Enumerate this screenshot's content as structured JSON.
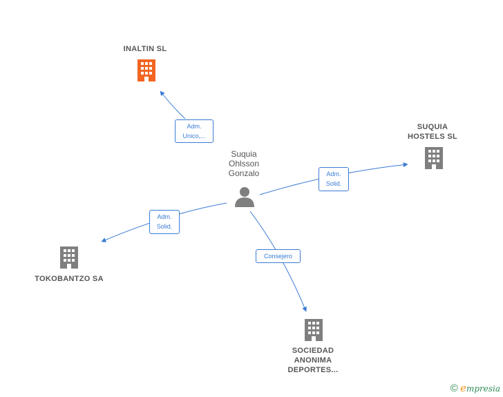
{
  "colors": {
    "edge": "#3a7bd5",
    "node_main": "#f26522",
    "node": "#7f7f7f",
    "person": "#7f7f7f"
  },
  "center": {
    "name_lines": [
      "Suquia",
      "Ohlsson",
      "Gonzalo"
    ],
    "icon": "person-icon"
  },
  "companies": [
    {
      "id": "inaltin",
      "lines": [
        "INALTIN  SL"
      ],
      "icon": "building-icon",
      "highlight": true
    },
    {
      "id": "suquia-hostels",
      "lines": [
        "SUQUIA",
        "HOSTELS  SL"
      ],
      "icon": "building-icon",
      "highlight": false
    },
    {
      "id": "tokobantzo",
      "lines": [
        "TOKOBANTZO SA"
      ],
      "icon": "building-icon",
      "highlight": false
    },
    {
      "id": "sociedad",
      "lines": [
        "SOCIEDAD",
        "ANONIMA",
        "DEPORTES..."
      ],
      "icon": "building-icon",
      "highlight": false
    }
  ],
  "edges": [
    {
      "to": "inaltin",
      "lines": [
        "Adm.",
        "Unico,..."
      ]
    },
    {
      "to": "suquia-hostels",
      "lines": [
        "Adm.",
        "Solid."
      ]
    },
    {
      "to": "tokobantzo",
      "lines": [
        "Adm.",
        "Solid."
      ]
    },
    {
      "to": "sociedad",
      "lines": [
        "Consejero"
      ]
    }
  ],
  "footer": {
    "copyright": "©",
    "brand_first": "e",
    "brand_rest": "mpresia"
  }
}
